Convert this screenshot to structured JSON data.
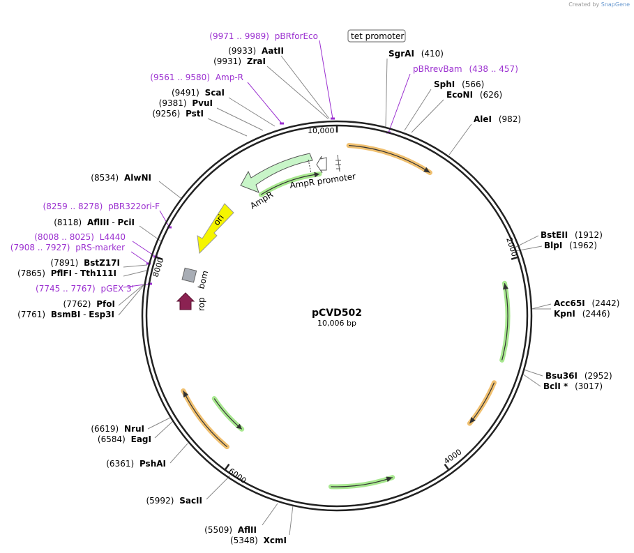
{
  "credit": {
    "prefix": "Created by",
    "brand": "SnapGene"
  },
  "plasmid": {
    "name": "pCVD502",
    "length_label": "10,006 bp"
  },
  "ticks": [
    "10,000",
    "2000",
    "4000",
    "6000",
    "8000"
  ],
  "colors": {
    "backbone": "#222222",
    "primer": "#9b30d0",
    "ampr": "#c8f5c8",
    "ori": "#f5f500",
    "rop": "#8b2252",
    "bom": "#a8adb5",
    "orange_arc": "#f0c070",
    "green_arc": "#a8e890"
  },
  "features": {
    "ampr": "AmpR",
    "ampr_promoter": "AmpR promoter",
    "tet_promoter": "tet promoter",
    "ori": "ori",
    "bom": "bom",
    "rop": "rop"
  },
  "labels": [
    {
      "id": "pbrforeco",
      "kind": "primer",
      "pos": "(9971 .. 9989)",
      "name": "pBRforEco"
    },
    {
      "id": "aatii",
      "kind": "site",
      "pos": "(9933)",
      "name": "AatII"
    },
    {
      "id": "zrai",
      "kind": "site",
      "pos": "(9931)",
      "name": "ZraI"
    },
    {
      "id": "ampr-primer",
      "kind": "primer",
      "pos": "(9561 .. 9580)",
      "name": "Amp-R"
    },
    {
      "id": "scai",
      "kind": "site",
      "pos": "(9491)",
      "name": "ScaI"
    },
    {
      "id": "pvui",
      "kind": "site",
      "pos": "(9381)",
      "name": "PvuI"
    },
    {
      "id": "psti",
      "kind": "site",
      "pos": "(9256)",
      "name": "PstI"
    },
    {
      "id": "alwni",
      "kind": "site",
      "pos": "(8534)",
      "name": "AlwNI"
    },
    {
      "id": "pbr322ori",
      "kind": "primer",
      "pos": "(8259 .. 8278)",
      "name": "pBR322ori-F"
    },
    {
      "id": "afliii",
      "kind": "site",
      "pos": "(8118)",
      "name": "AflIII",
      "name2": "PciI"
    },
    {
      "id": "l4440",
      "kind": "primer",
      "pos": "(8008 .. 8025)",
      "name": "L4440"
    },
    {
      "id": "prs",
      "kind": "primer",
      "pos": "(7908 .. 7927)",
      "name": "pRS-marker"
    },
    {
      "id": "bstz17i",
      "kind": "site",
      "pos": "(7891)",
      "name": "BstZ17I"
    },
    {
      "id": "pflfi",
      "kind": "site",
      "pos": "(7865)",
      "name": "PflFI",
      "name2": "Tth111I"
    },
    {
      "id": "pgex",
      "kind": "primer",
      "pos": "(7745 .. 7767)",
      "name": "pGEX 3'"
    },
    {
      "id": "pfoi",
      "kind": "site",
      "pos": "(7762)",
      "name": "PfoI"
    },
    {
      "id": "bsmbi",
      "kind": "site",
      "pos": "(7761)",
      "name": "BsmBI",
      "name2": "Esp3I"
    },
    {
      "id": "sgrai",
      "kind": "site",
      "pos": "(410)",
      "name": "SgrAI"
    },
    {
      "id": "pbrrevbam",
      "kind": "primer",
      "pos": "(438 .. 457)",
      "name": "pBRrevBam"
    },
    {
      "id": "sphi",
      "kind": "site",
      "pos": "(566)",
      "name": "SphI"
    },
    {
      "id": "econi",
      "kind": "site",
      "pos": "(626)",
      "name": "EcoNI"
    },
    {
      "id": "alei",
      "kind": "site",
      "pos": "(982)",
      "name": "AleI"
    },
    {
      "id": "bsteii",
      "kind": "site",
      "pos": "(1912)",
      "name": "BstEII"
    },
    {
      "id": "blpi",
      "kind": "site",
      "pos": "(1962)",
      "name": "BlpI"
    },
    {
      "id": "acc65i",
      "kind": "site",
      "pos": "(2442)",
      "name": "Acc65I"
    },
    {
      "id": "kpni",
      "kind": "site",
      "pos": "(2446)",
      "name": "KpnI"
    },
    {
      "id": "bsu36i",
      "kind": "site",
      "pos": "(2952)",
      "name": "Bsu36I"
    },
    {
      "id": "bcli",
      "kind": "site",
      "pos": "(3017)",
      "name": "BclI *"
    },
    {
      "id": "nrui",
      "kind": "site",
      "pos": "(6619)",
      "name": "NruI"
    },
    {
      "id": "eagi",
      "kind": "site",
      "pos": "(6584)",
      "name": "EagI"
    },
    {
      "id": "pshai",
      "kind": "site",
      "pos": "(6361)",
      "name": "PshAI"
    },
    {
      "id": "sacii",
      "kind": "site",
      "pos": "(5992)",
      "name": "SacII"
    },
    {
      "id": "aflii",
      "kind": "site",
      "pos": "(5509)",
      "name": "AflII"
    },
    {
      "id": "xcmi",
      "kind": "site",
      "pos": "(5348)",
      "name": "XcmI"
    }
  ]
}
